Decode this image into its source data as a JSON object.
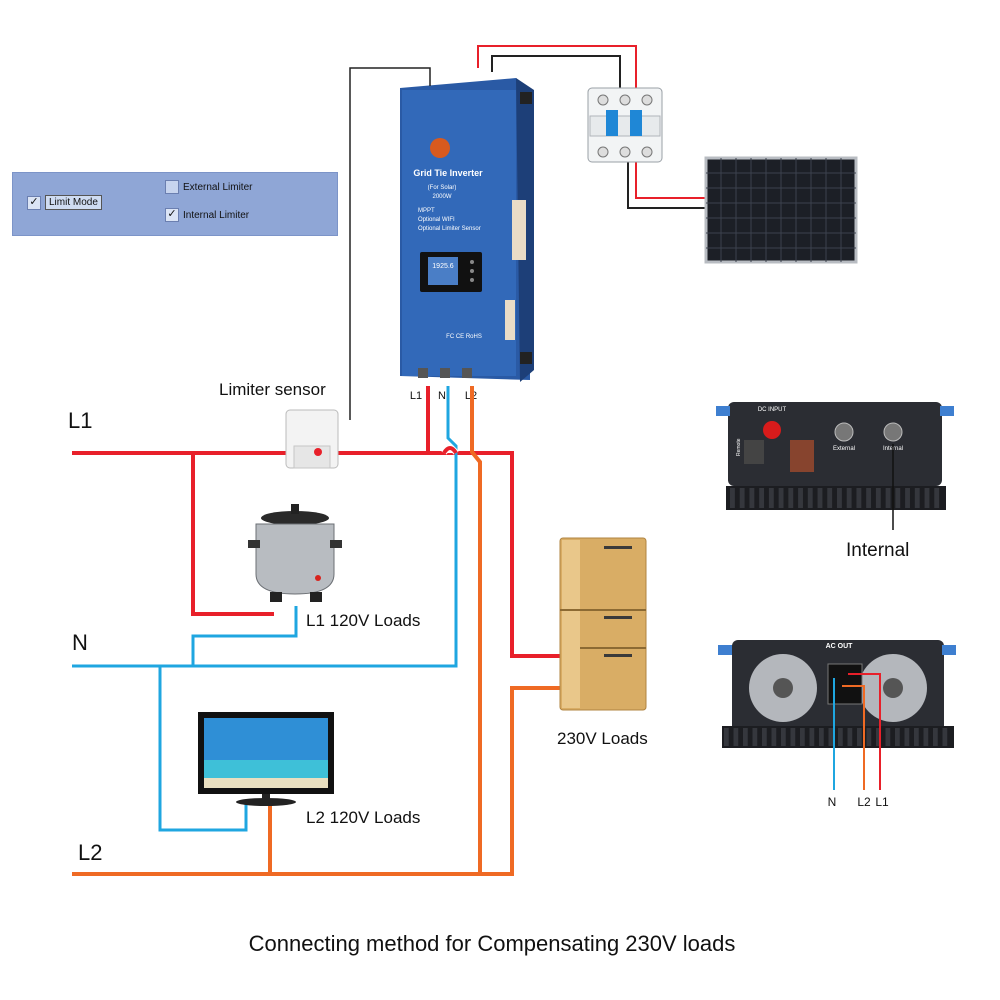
{
  "mode_panel": {
    "limit_mode": {
      "label": "Limit Mode",
      "checked": true
    },
    "external_limiter": {
      "label": "External Limiter",
      "checked": false
    },
    "internal_limiter": {
      "label": "Internal Limiter",
      "checked": true
    }
  },
  "inverter": {
    "title": "Grid Tie Inverter",
    "subtitle": "(For Solar)",
    "power": "2000W",
    "features": [
      "MPPT",
      "Optional WIFI",
      "Optional Limiter Sensor"
    ],
    "display_value": "1925.6",
    "cert_marks": "FC CE RoHS",
    "terminals": [
      "L1",
      "N",
      "L2"
    ]
  },
  "labels": {
    "limiter_sensor": "Limiter sensor",
    "line_l1": "L1",
    "line_n": "N",
    "line_l2": "L2",
    "l1_loads": "L1 120V Loads",
    "l2_loads": "L2 120V Loads",
    "loads_230": "230V Loads",
    "internal": "Internal",
    "caption": "Connecting method for Compensating 230V loads"
  },
  "back_panel": {
    "dc_input": "DC\nINPUT",
    "remote": "Remote",
    "external": "External",
    "internal": "Internal"
  },
  "ac_panel": {
    "title": "AC OUT",
    "terminals": [
      "N",
      "L2",
      "L1"
    ]
  },
  "colors": {
    "l1_wire": "#e8202a",
    "n_wire": "#1fa6e0",
    "l2_wire": "#ef6a24",
    "inverter_body": "#2f64b3",
    "panel_background": "#8fa6d6"
  }
}
